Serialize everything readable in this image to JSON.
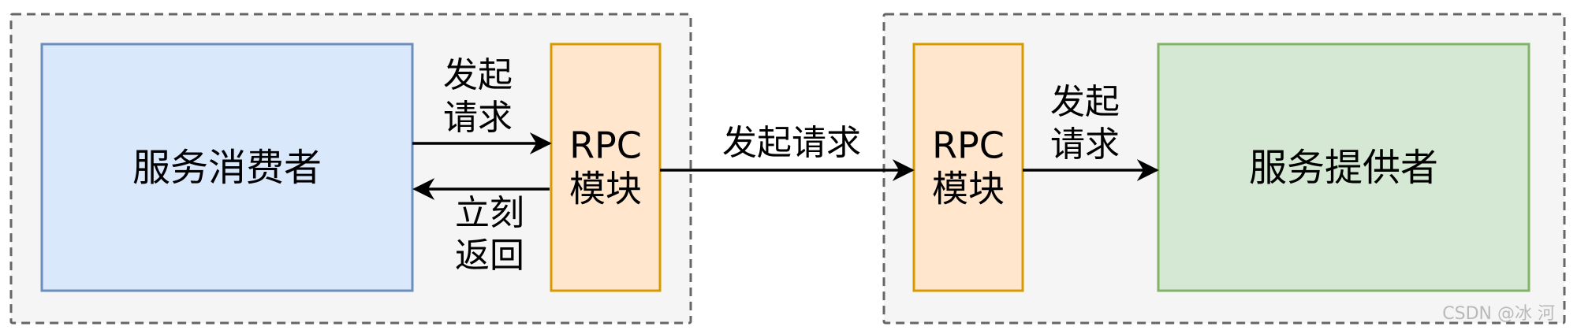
{
  "consumer_group": {
    "consumer": {
      "label": "服务消费者"
    },
    "rpc_module": {
      "line1": "RPC",
      "line2": "模块"
    },
    "request_arrow": {
      "line1": "发起",
      "line2": "请求"
    },
    "return_arrow": {
      "line1": "立刻",
      "line2": "返回"
    }
  },
  "provider_group": {
    "rpc_module": {
      "line1": "RPC",
      "line2": "模块"
    },
    "request_arrow": {
      "line1": "发起",
      "line2": "请求"
    },
    "provider": {
      "label": "服务提供者"
    }
  },
  "link_arrow": {
    "label": "发起请求"
  },
  "watermark": "CSDN @冰 河",
  "colors": {
    "group_fill": "#f5f5f5",
    "group_border": "#666666",
    "consumer_fill": "#dae8fc",
    "consumer_border": "#6c8ebf",
    "rpc_fill": "#ffe6cc",
    "rpc_border": "#d79b00",
    "provider_fill": "#d5e8d4",
    "provider_border": "#82b366",
    "arrow": "#000000"
  },
  "icons": {
    "arrowheads": "filled-triangle-arrow"
  }
}
